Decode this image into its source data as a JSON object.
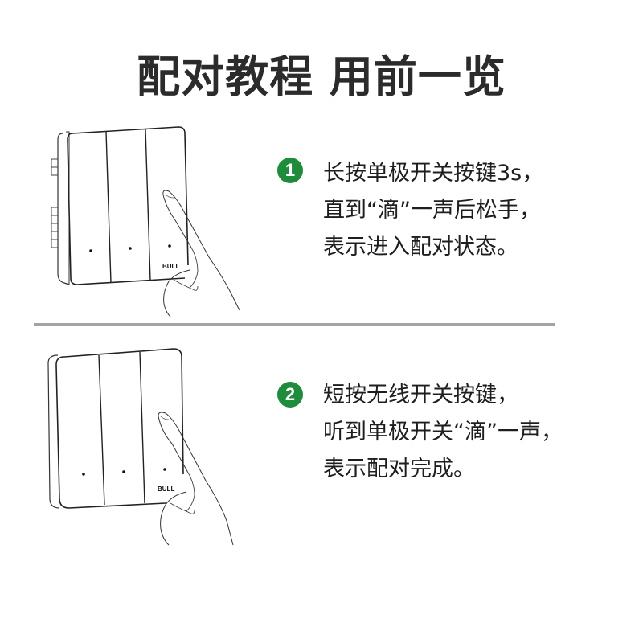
{
  "header": {
    "title": "配对教程 用前一览"
  },
  "steps": [
    {
      "number": "1",
      "badge_color": "#1e8c3a",
      "lines": [
        "长按单极开关按键3s，",
        "直到“滴”一声后松手，",
        "表示进入配对状态。"
      ],
      "illustration": "hand-long-pressing-three-gang-switch-icon"
    },
    {
      "number": "2",
      "badge_color": "#1e8c3a",
      "lines": [
        "短按无线开关按键，",
        "听到单极开关“滴”一声，",
        "表示配对完成。"
      ],
      "illustration": "hand-short-pressing-wireless-switch-icon"
    }
  ],
  "switch_brand_mark": "BULL",
  "colors": {
    "accent_green": "#1e8c3a",
    "divider_gray": "#a3a3a3",
    "text": "#1e1e1e"
  }
}
